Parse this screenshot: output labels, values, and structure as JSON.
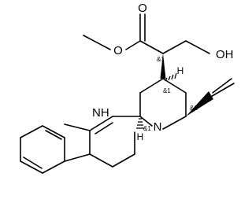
{
  "structure": {
    "atoms": {
      "carbonyl_o": "O",
      "ester_o": "O",
      "hydroxyl": "OH",
      "indole_nh": "NH",
      "amine_n": "N"
    },
    "explicit_h": [
      "H",
      "H"
    ],
    "stereo_labels": [
      "&1",
      "&1",
      "&1",
      "&1"
    ]
  }
}
